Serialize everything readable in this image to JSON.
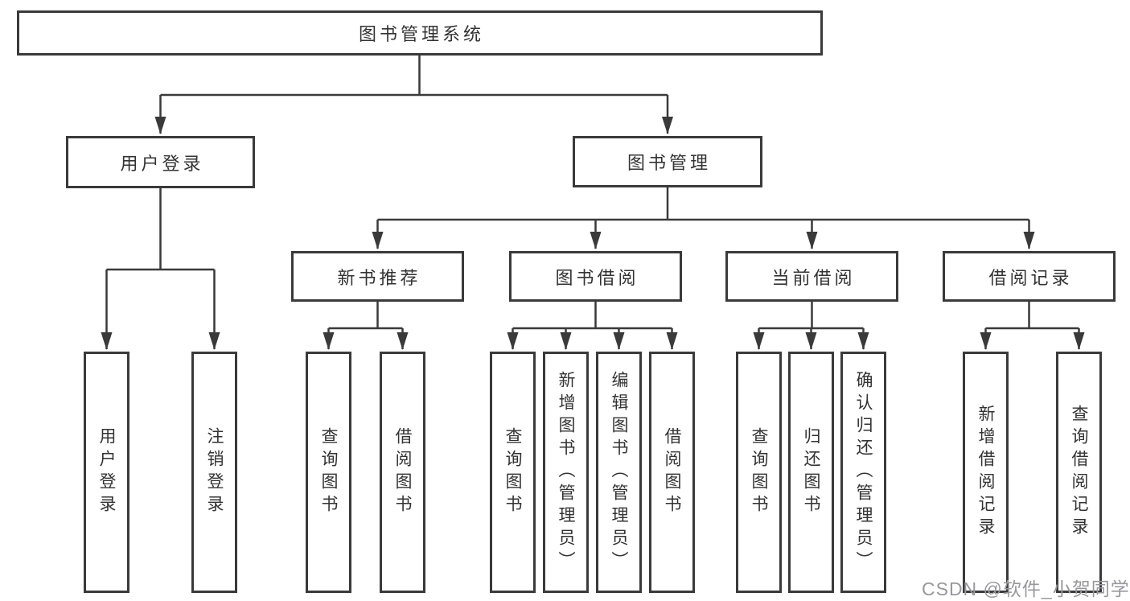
{
  "diagram": {
    "nodes": {
      "root": "图书管理系统",
      "user_login": "用户登录",
      "book_management": "图书管理",
      "new_book_recommend": "新书推荐",
      "book_borrow": "图书借阅",
      "current_borrow": "当前借阅",
      "borrow_records": "借阅记录"
    },
    "leaves": {
      "user_login": [
        "用户登录",
        "注销登录"
      ],
      "new_book_recommend": [
        "查询图书",
        "借阅图书"
      ],
      "book_borrow": [
        "查询图书",
        "新增图书（管理员）",
        "编辑图书（管理员）",
        "借阅图书"
      ],
      "current_borrow": [
        "查询图书",
        "归还图书",
        "确认归还（管理员）"
      ],
      "borrow_records": [
        "新增借阅记录",
        "查询借阅记录"
      ]
    }
  },
  "watermark": "CSDN @软件_小贺同学",
  "colors": {
    "line": "#3a3a3a",
    "text": "#333333",
    "watermark": "#98989c",
    "background": "#ffffff"
  }
}
